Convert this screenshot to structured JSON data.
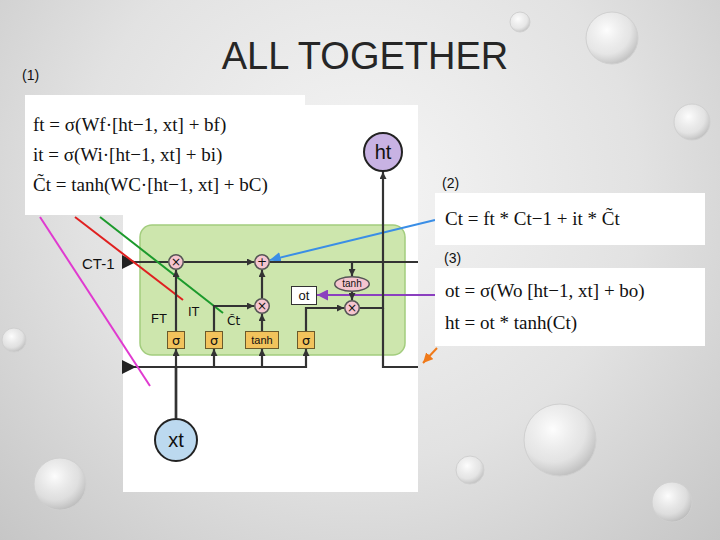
{
  "diagram": {
    "title": "ALL TOGETHER",
    "nodes": [
      {
        "text": [
          "ft = σ(Wf·[ht−1, xt] + bf)",
          "it = σ(Wi·[ht−1, xt] + bi)",
          "C̃t = tanh(WC·[ht−1, xt] + bC)"
        ]
      },
      {
        "text": [
          "Ct = ft * Ct−1 + it * C̃t"
        ]
      },
      {
        "text": [
          "ot = σ(Wo [ht−1, xt] + bo)",
          "ht = ot * tanh(Ct)"
        ]
      },
      {
        "text": [
          "ht"
        ]
      },
      {
        "text": [
          "×"
        ]
      },
      {
        "text": [
          "+"
        ]
      },
      {
        "text": [
          "tanh"
        ]
      },
      {
        "text": [
          "×"
        ]
      },
      {
        "text": [
          "×"
        ]
      },
      {
        "text": [
          "σ"
        ]
      },
      {
        "text": [
          "σ"
        ]
      },
      {
        "text": [
          "tanh"
        ]
      },
      {
        "text": [
          "σ"
        ]
      },
      {
        "text": [
          "ot"
        ]
      },
      {
        "text": [
          "xt"
        ]
      }
    ],
    "edges": [
      {
        "from": 1,
        "to": 5,
        "arrow": "to"
      },
      {
        "from": 2,
        "to": 13,
        "arrow": "to"
      },
      {
        "from": 14,
        "to": 9,
        "arrow": "to"
      },
      {
        "from": 14,
        "to": 10,
        "arrow": "to"
      },
      {
        "from": 14,
        "to": 11,
        "arrow": "to"
      },
      {
        "from": 14,
        "to": 12,
        "arrow": "to"
      },
      {
        "from": 9,
        "to": 4,
        "arrow": "to"
      },
      {
        "from": 10,
        "to": 7,
        "arrow": "to"
      },
      {
        "from": 11,
        "to": 7,
        "arrow": "to"
      },
      {
        "from": 7,
        "to": 5,
        "arrow": "to"
      },
      {
        "from": 4,
        "to": 5,
        "arrow": "to"
      },
      {
        "from": 5,
        "to": 6,
        "arrow": "to"
      },
      {
        "from": 12,
        "to": 8,
        "arrow": "to"
      },
      {
        "from": 6,
        "to": 8,
        "arrow": "to"
      },
      {
        "from": 8,
        "to": 3,
        "arrow": "to"
      }
    ],
    "labels": [
      "(1)",
      "(2)",
      "(3)",
      "CT-1",
      "FT",
      "IT",
      "C̃t"
    ]
  }
}
